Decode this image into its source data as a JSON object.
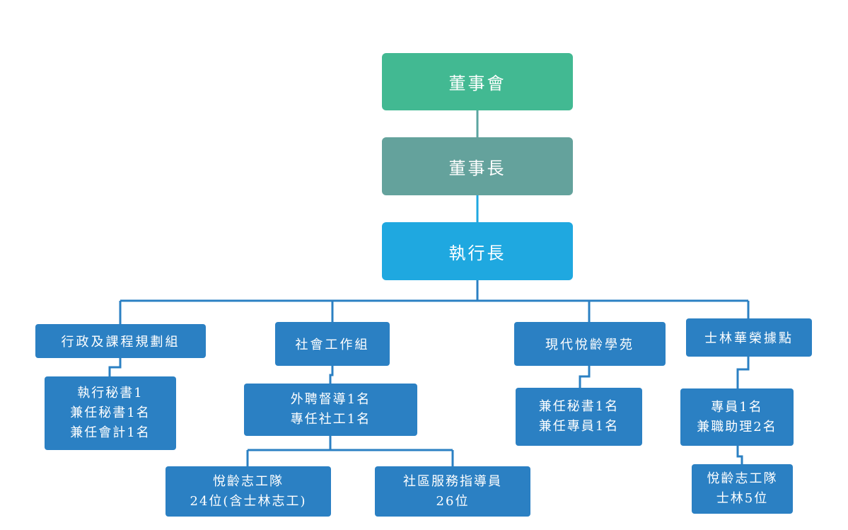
{
  "colors": {
    "board": "#42b992",
    "chair": "#64a29c",
    "ceo": "#1fa8e0",
    "dept": "#2b80c3",
    "line": "#2b80c3",
    "line_top": "#5ba5a0"
  },
  "top": {
    "board": "董事會",
    "chair": "董事長",
    "ceo": "執行長"
  },
  "depts": {
    "admin": "行政及課程規劃組",
    "social": "社會工作組",
    "academy": "現代悅齡學苑",
    "shilin": "士林華榮據點"
  },
  "staff": {
    "admin": "執行秘書1\n兼任秘書1名\n兼任會計1名",
    "social": "外聘督導1名\n專任社工1名",
    "academy": "兼任秘書1名\n兼任專員1名",
    "shilin": "專員1名\n兼職助理2名"
  },
  "teams": {
    "volunteers": "悅齡志工隊\n24位(含士林志工)",
    "community": "社區服務指導員\n26位",
    "shilin_volunteers": "悅齡志工隊\n士林5位"
  }
}
